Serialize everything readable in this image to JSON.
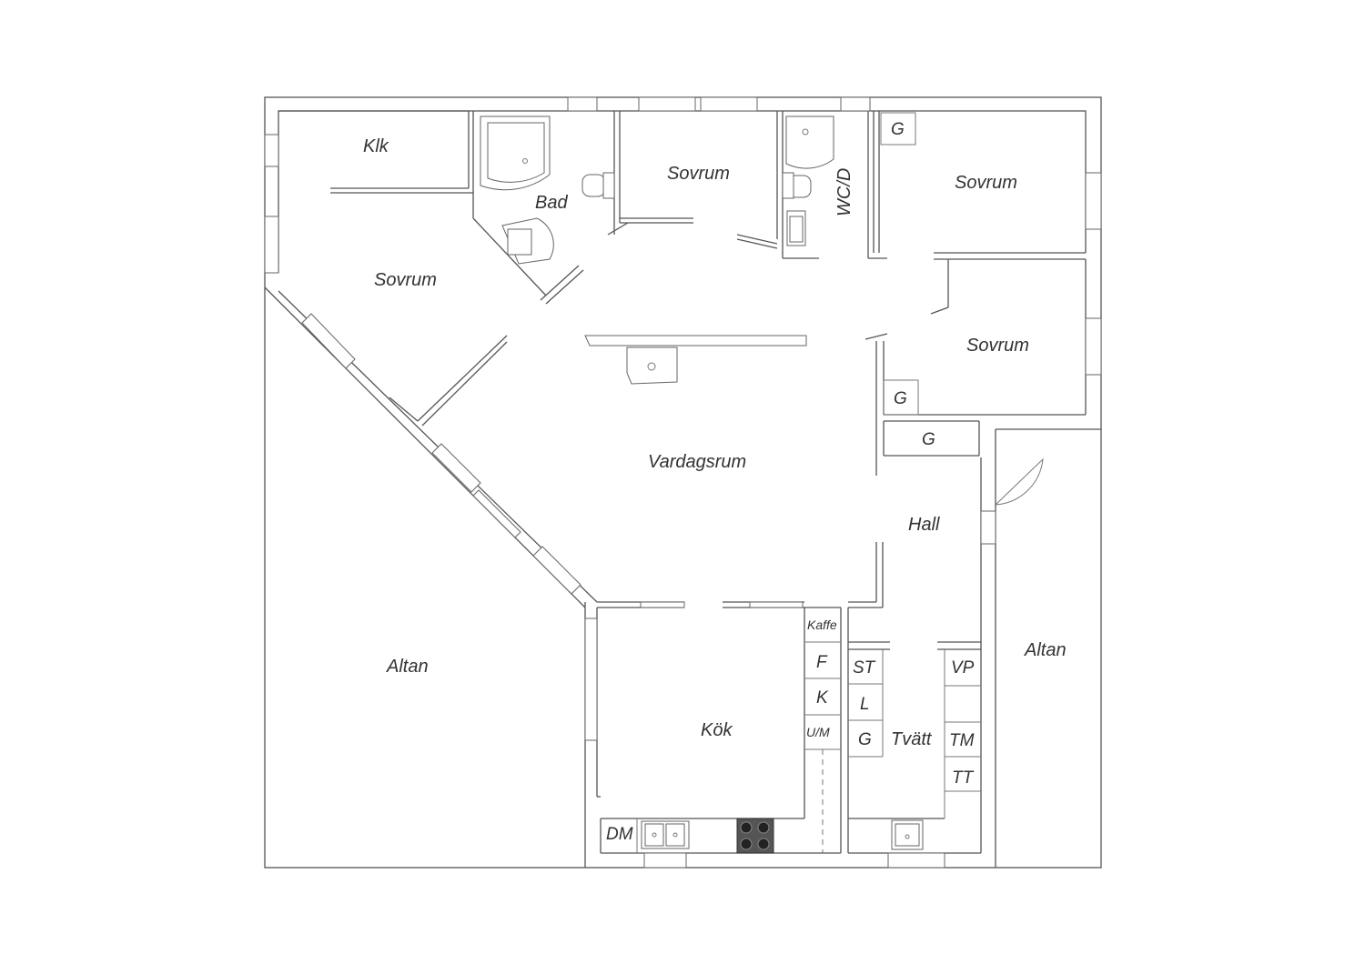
{
  "rooms": {
    "klk": "Klk",
    "bad": "Bad",
    "sovrum_top": "Sovrum",
    "wcd": "WC/D",
    "sovrum_ne": "Sovrum",
    "sovrum_w": "Sovrum",
    "sovrum_e": "Sovrum",
    "vardagsrum": "Vardagsrum",
    "hall": "Hall",
    "altan_w": "Altan",
    "altan_e": "Altan",
    "kok": "Kök",
    "tvatt": "Tvätt"
  },
  "appliances": {
    "g1": "G",
    "g2": "G",
    "g3": "G",
    "kaffe": "Kaffe",
    "f": "F",
    "k": "K",
    "um": "U/M",
    "dm": "DM",
    "st": "ST",
    "l": "L",
    "g4": "G",
    "vp": "VP",
    "tm": "TM",
    "tt": "TT"
  }
}
